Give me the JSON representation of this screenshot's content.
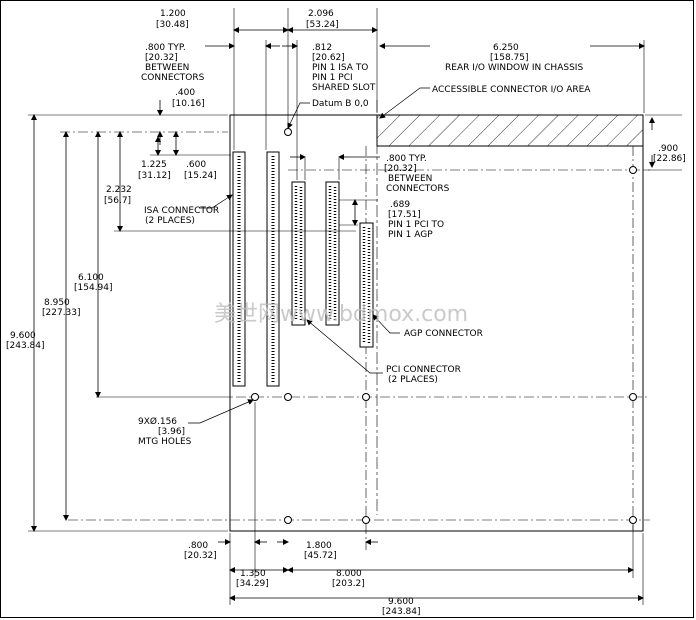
{
  "dims": {
    "d1200": {
      "in": "1.200",
      "mm": "[30.48]"
    },
    "d2096": {
      "in": "2.096",
      "mm": "[53.24]"
    },
    "d800typ": {
      "in": ".800  TYP.",
      "mm": "[20.32]",
      "l1": "BETWEEN",
      "l2": "CONNECTORS"
    },
    "d812": {
      "in": ".812",
      "mm": "[20.62]",
      "l1": "PIN 1 ISA TO",
      "l2": "PIN 1 PCI",
      "l3": "SHARED SLOT"
    },
    "d6250": {
      "in": "6.250",
      "mm": "[158.75]",
      "l1": "REAR I/O WINDOW IN CHASSIS"
    },
    "d400": {
      "in": ".400",
      "mm": "[10.16]"
    },
    "d1225": {
      "in": "1.225",
      "mm": "[31.12]"
    },
    "d600": {
      "in": ".600",
      "mm": "[15.24]"
    },
    "d2232": {
      "in": "2.232",
      "mm": "[56.7]"
    },
    "d800typ2": {
      "in": ".800    TYP.",
      "mm": "[20.32]",
      "l1": "BETWEEN",
      "l2": "CONNECTORS"
    },
    "d689": {
      "in": ".689",
      "mm": "[17.51]",
      "l1": "PIN 1 PCI TO",
      "l2": "PIN 1 AGP"
    },
    "d900": {
      "in": ".900",
      "mm": "[22.86]"
    },
    "d6100": {
      "in": "6.100",
      "mm": "[154.94]"
    },
    "d8950": {
      "in": "8.950",
      "mm": "[227.33]"
    },
    "d9600v": {
      "in": "9.600",
      "mm": "[243.84]"
    },
    "d800b": {
      "in": ".800",
      "mm": "[20.32]"
    },
    "d1800": {
      "in": "1.800",
      "mm": "[45.72]"
    },
    "d1350": {
      "in": "1.350",
      "mm": "[34.29]"
    },
    "d8000": {
      "in": "8.000",
      "mm": "[203.2]"
    },
    "d9600h": {
      "in": "9.600",
      "mm": "[243.84]"
    }
  },
  "labels": {
    "datum": "Datum B 0,0",
    "accessible": "ACCESSIBLE CONNECTOR I/O AREA",
    "isa_l1": "ISA CONNECTOR",
    "isa_l2": "(2 PLACES)",
    "agp": "AGP CONNECTOR",
    "pci_l1": "PCI CONNECTOR",
    "pci_l2": "(2 PLACES)",
    "mtg_l1": "9XØ.156",
    "mtg_l2": "[3.96]",
    "mtg_l3": "MTG HOLES"
  },
  "watermark": "美世网www.bdmox.com"
}
